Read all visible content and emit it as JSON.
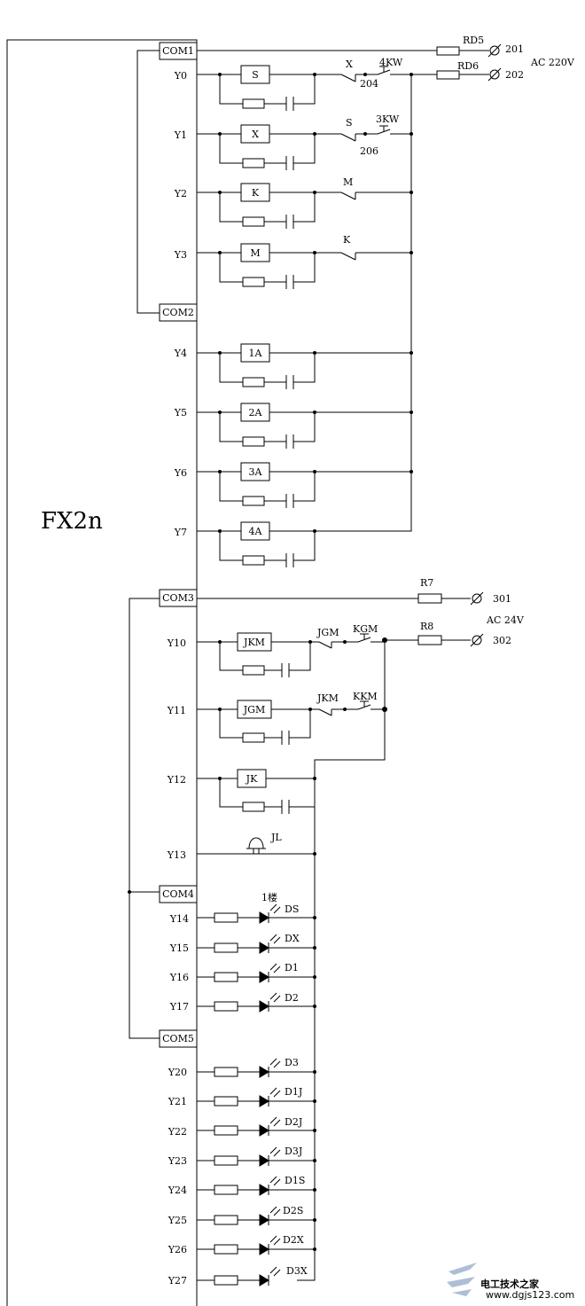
{
  "plc": {
    "name": "FX2n"
  },
  "terminals": {
    "com1": "COM1",
    "com2": "COM2",
    "com3": "COM3",
    "com4": "COM4",
    "com5": "COM5",
    "y0": "Y0",
    "y1": "Y1",
    "y2": "Y2",
    "y3": "Y3",
    "y4": "Y4",
    "y5": "Y5",
    "y6": "Y6",
    "y7": "Y7",
    "y10": "Y10",
    "y11": "Y11",
    "y12": "Y12",
    "y13": "Y13",
    "y14": "Y14",
    "y15": "Y15",
    "y16": "Y16",
    "y17": "Y17",
    "y20": "Y20",
    "y21": "Y21",
    "y22": "Y22",
    "y23": "Y23",
    "y24": "Y24",
    "y25": "Y25",
    "y26": "Y26",
    "y27": "Y27"
  },
  "coils": {
    "s": "S",
    "x": "X",
    "k": "K",
    "m": "M",
    "a1": "1A",
    "a2": "2A",
    "a3": "3A",
    "a4": "4A",
    "jkm": "JKM",
    "jgm": "JGM",
    "jk": "JK"
  },
  "contacts": {
    "y0_nc": "X",
    "y0_kw": "4KW",
    "y0_node": "204",
    "y1_nc": "S",
    "y1_kw": "3KW",
    "y1_node": "206",
    "y2_nc": "M",
    "y3_nc": "K",
    "y10_nc": "JGM",
    "y10_kw": "KGM",
    "y11_nc": "JKM",
    "y11_kw": "KKM"
  },
  "power": {
    "rd5": "RD5",
    "rd6": "RD6",
    "t201": "201",
    "t202": "202",
    "ac220": "AC 220V",
    "r7": "R7",
    "r8": "R8",
    "t301": "301",
    "t302": "302",
    "ac24": "AC 24V"
  },
  "bell": {
    "label": "JL"
  },
  "leds": {
    "floor1": "1楼",
    "ds": "DS",
    "dx": "DX",
    "d1": "D1",
    "d2": "D2",
    "d3": "D3",
    "d1j": "D1J",
    "d2j": "D2J",
    "d3j": "D3J",
    "d1s": "D1S",
    "d2s": "D2S",
    "d2x": "D2X",
    "d3x": "D3X"
  },
  "watermark": {
    "title": "电工技术之家",
    "url": "www.dgjs123.com"
  }
}
